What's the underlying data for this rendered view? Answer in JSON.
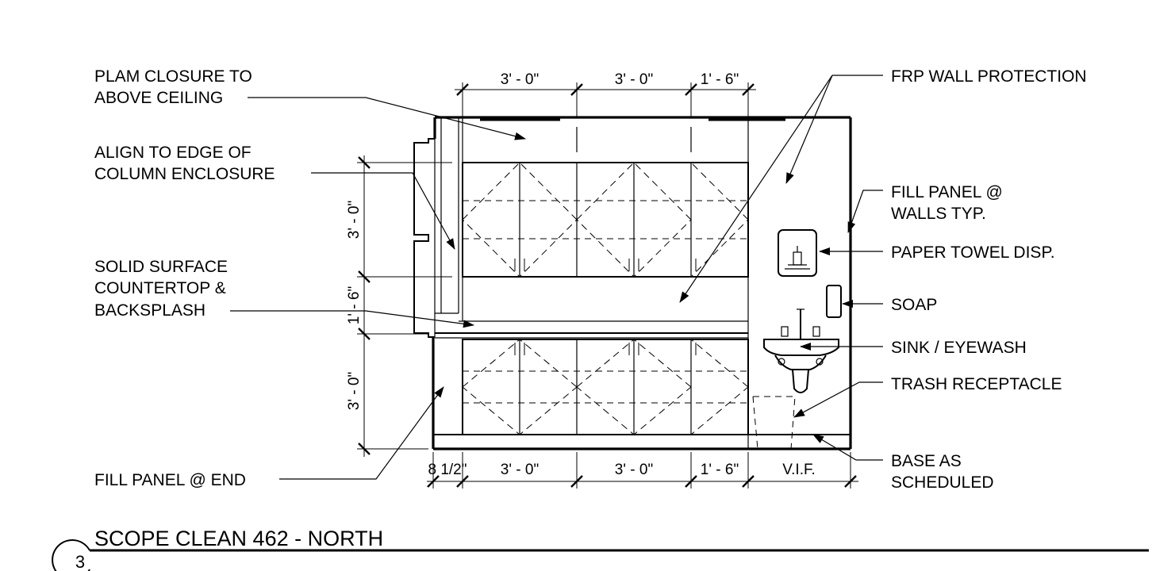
{
  "title": {
    "number": "3",
    "text": "SCOPE CLEAN 462 - NORTH"
  },
  "notes": {
    "plam_closure": [
      "PLAM CLOSURE TO",
      "ABOVE CEILING"
    ],
    "align_edge": [
      "ALIGN TO EDGE OF",
      "COLUMN ENCLOSURE"
    ],
    "solid_surface": [
      "SOLID SURFACE",
      "COUNTERTOP &",
      "BACKSPLASH"
    ],
    "fill_panel_end": "FILL PANEL @ END",
    "frp_wall": "FRP WALL PROTECTION",
    "fill_panel_walls": [
      "FILL PANEL @",
      "WALLS TYP."
    ],
    "paper_towel": "PAPER TOWEL DISP.",
    "soap": "SOAP",
    "sink": "SINK / EYEWASH",
    "trash": "TRASH RECEPTACLE",
    "base": [
      "BASE AS",
      "SCHEDULED"
    ]
  },
  "dimensions": {
    "top": [
      "3' - 0\"",
      "3' - 0\"",
      "1' - 6\""
    ],
    "bottom": [
      "8 1/2\"",
      "3' - 0\"",
      "3' - 0\"",
      "1' - 6\"",
      "V.I.F."
    ],
    "left": [
      "3' - 0\"",
      "1' - 6\"",
      "3' - 0\""
    ]
  }
}
